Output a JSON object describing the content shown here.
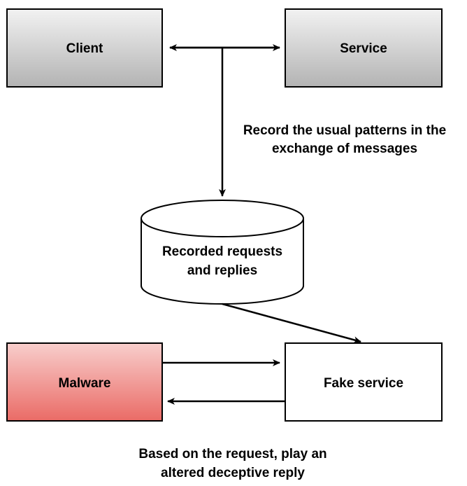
{
  "nodes": {
    "client": {
      "label": "Client"
    },
    "service": {
      "label": "Service"
    },
    "recorded": {
      "line1": "Recorded requests",
      "line2": "and replies"
    },
    "malware": {
      "label": "Malware"
    },
    "fake_service": {
      "label": "Fake service"
    }
  },
  "annotations": {
    "record": {
      "line1": "Record the usual patterns in the",
      "line2": "exchange of messages"
    },
    "deceptive": {
      "line1": "Based on the request, play an",
      "line2": "altered deceptive reply"
    }
  },
  "colors": {
    "gray_box_top": "#f2f2f2",
    "gray_box_bottom": "#b3b3b3",
    "malware_top": "#f8cecc",
    "malware_bottom": "#ea6b66",
    "stroke": "#000000"
  }
}
